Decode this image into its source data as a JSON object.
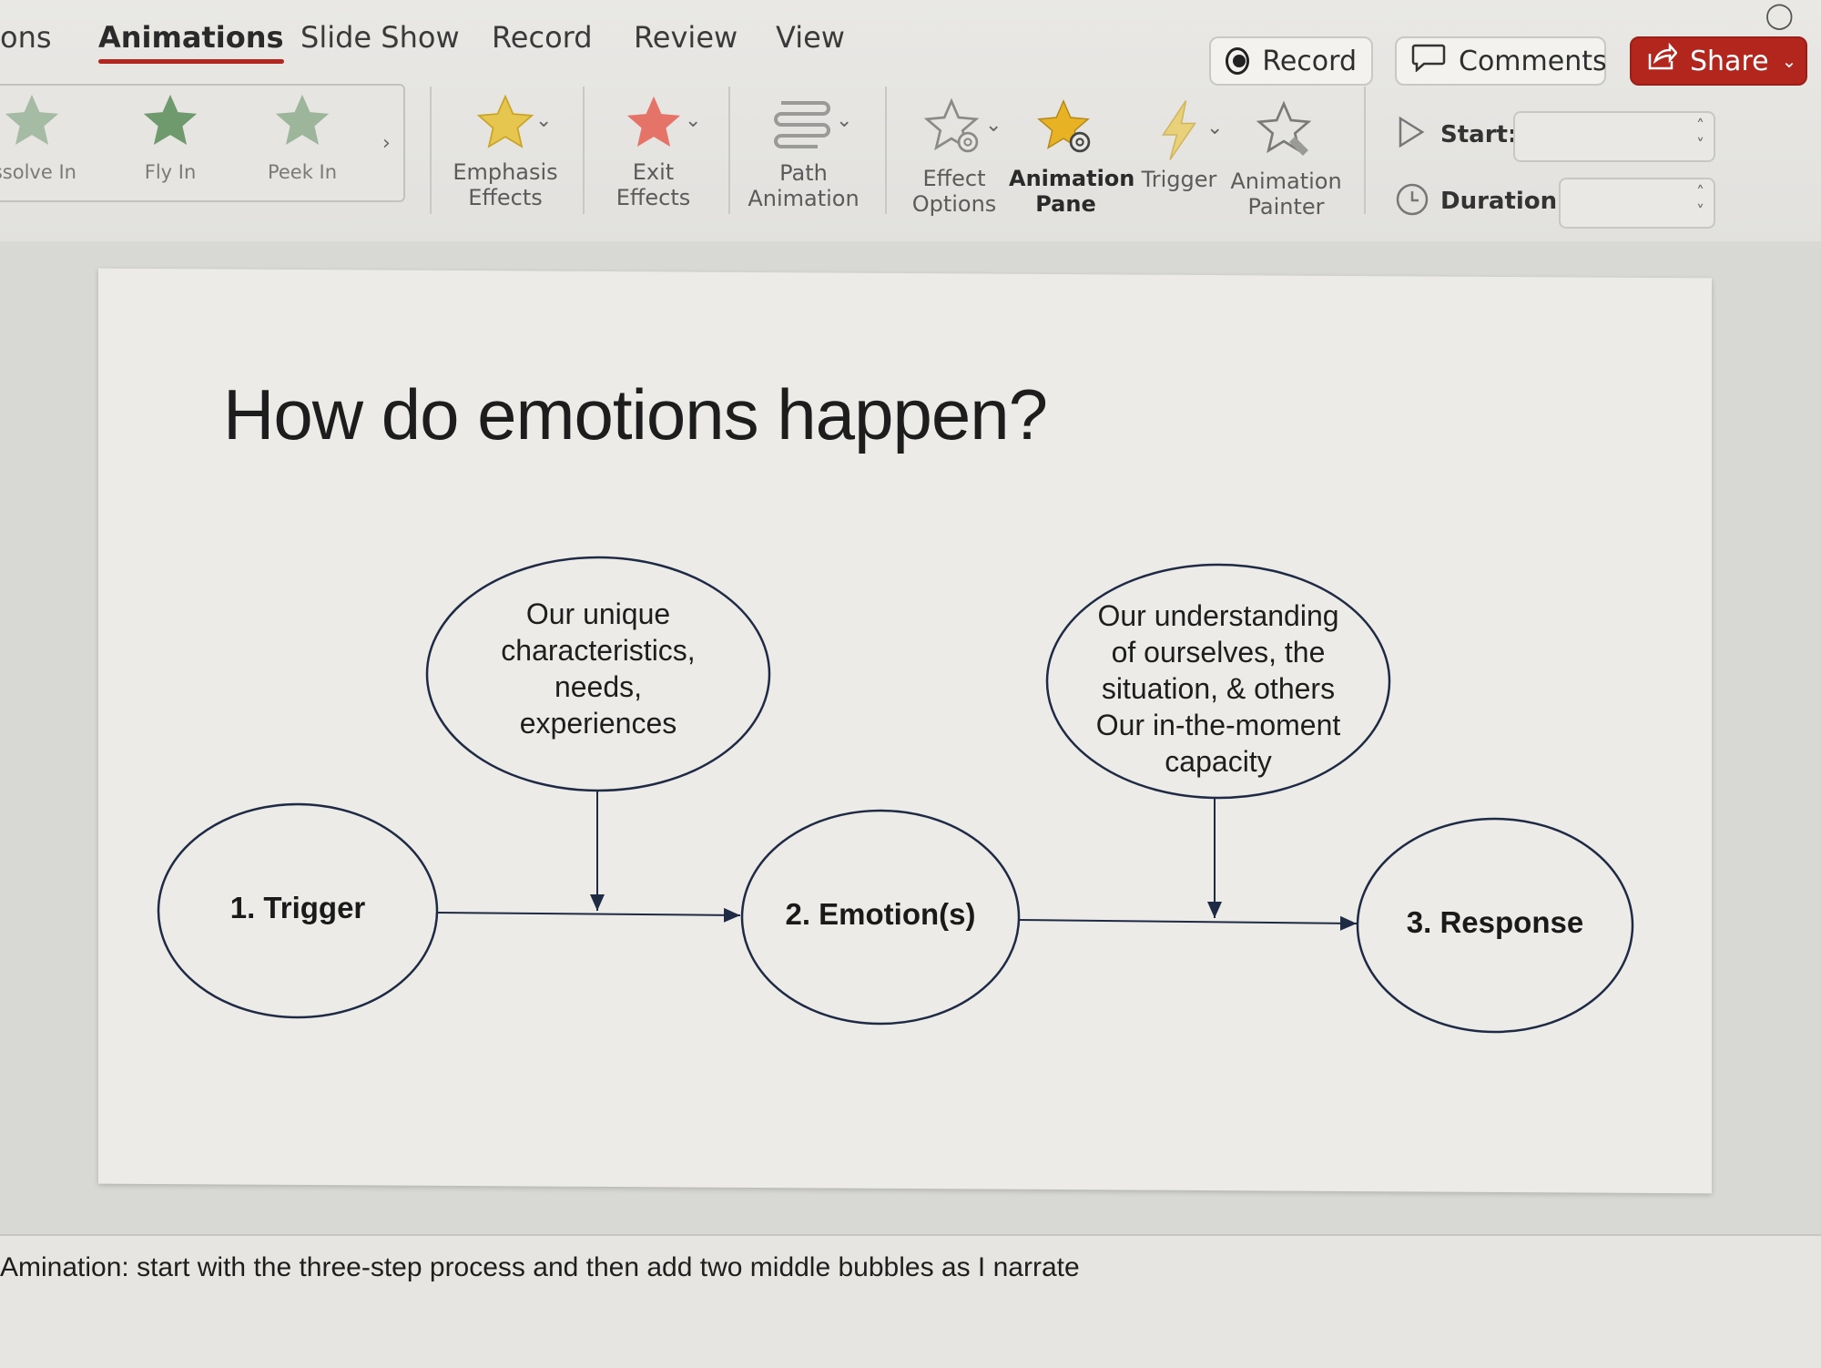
{
  "tabs": {
    "partial_left": "ons",
    "animations": "Animations",
    "slide_show": "Slide Show",
    "record": "Record",
    "review": "Review",
    "view": "View"
  },
  "header_buttons": {
    "record": "Record",
    "comments": "Comments",
    "share": "Share"
  },
  "gallery": {
    "items": [
      {
        "label": "issolve In",
        "icon": "star-icon"
      },
      {
        "label": "Fly In",
        "icon": "star-icon"
      },
      {
        "label": "Peek In",
        "icon": "star-icon"
      }
    ]
  },
  "ribbon": {
    "emphasis": "Emphasis\nEffects",
    "exit": "Exit\nEffects",
    "path": "Path\nAnimation",
    "effect_options": "Effect\nOptions",
    "animation_pane": "Animation\nPane",
    "trigger": "Trigger",
    "animation_painter": "Animation\nPainter",
    "start_label": "Start:",
    "duration_label": "Duration:",
    "start_value": "",
    "duration_value": ""
  },
  "slide": {
    "title": "How do emotions happen?",
    "bubble_left": "Our unique\ncharacteristics,\nneeds,\nexperiences",
    "bubble_right": "Our understanding\nof ourselves, the\nsituation, & others\nOur in-the-moment\ncapacity",
    "node1": "1. Trigger",
    "node2": "2. Emotion(s)",
    "node3": "3. Response"
  },
  "notes": {
    "text": "Amination: start with the three-step process and then add two middle bubbles as I narrate"
  },
  "colors": {
    "accent": "#b3261e",
    "star_green": "#6f9a6e",
    "star_gold": "#e7b324",
    "star_red": "#d9534f",
    "diagram_stroke": "#1f2a44"
  }
}
